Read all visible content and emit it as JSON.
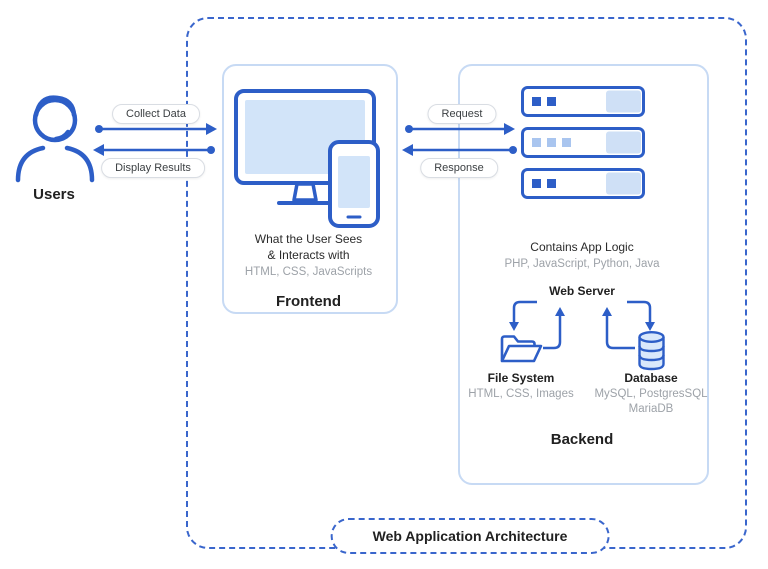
{
  "colors": {
    "accent_blue": "#2d5ec7",
    "dashed_border": "#3a66cc",
    "light_blue_fill": "#d2e4f9",
    "box_border": "#c7daf4",
    "gray_text": "#9da2a8"
  },
  "users": {
    "label": "Users"
  },
  "flows": {
    "collect_data": "Collect Data",
    "display_results": "Display Results",
    "request": "Request",
    "response": "Response"
  },
  "frontend": {
    "title": "Frontend",
    "description_line1": "What the User Sees",
    "description_line2": "& Interacts with",
    "technologies": "HTML, CSS, JavaScripts"
  },
  "backend": {
    "title": "Backend",
    "description": "Contains App Logic",
    "technologies": "PHP, JavaScript, Python, Java",
    "web_server_label": "Web Server",
    "file_system": {
      "label": "File System",
      "technologies": "HTML, CSS, Images"
    },
    "database": {
      "label": "Database",
      "technologies_line1": "MySQL, PostgresSQL",
      "technologies_line2": "MariaDB"
    }
  },
  "footer": {
    "title": "Web Application Architecture"
  }
}
